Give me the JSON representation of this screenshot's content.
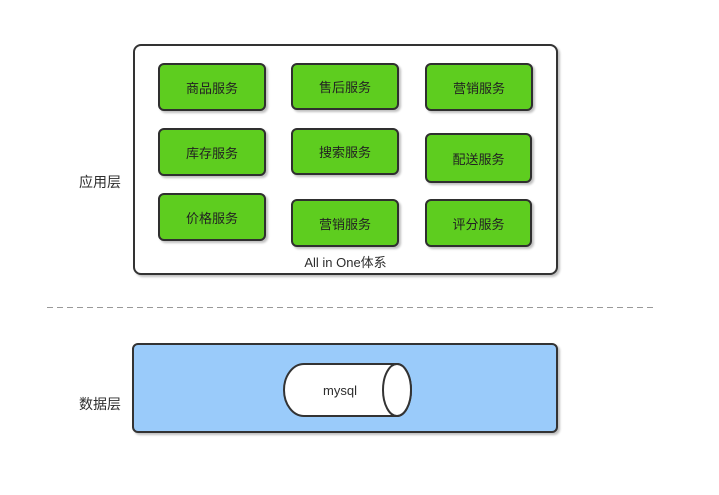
{
  "diagram": {
    "app_layer": {
      "label": "应用层",
      "container_title": "All in One体系",
      "services": [
        {
          "label": "商品服务"
        },
        {
          "label": "售后服务"
        },
        {
          "label": "营销服务"
        },
        {
          "label": "库存服务"
        },
        {
          "label": "搜索服务"
        },
        {
          "label": "配送服务"
        },
        {
          "label": "价格服务"
        },
        {
          "label": "营销服务"
        },
        {
          "label": "评分服务"
        }
      ]
    },
    "data_layer": {
      "label": "数据层",
      "database": "mysql"
    }
  },
  "colors": {
    "service_fill": "#5ecd1f",
    "service_border": "#2f2f2f",
    "container_border": "#333333",
    "data_fill": "#9acbfa",
    "divider": "#999999",
    "text": "#333333",
    "background": "#ffffff"
  }
}
